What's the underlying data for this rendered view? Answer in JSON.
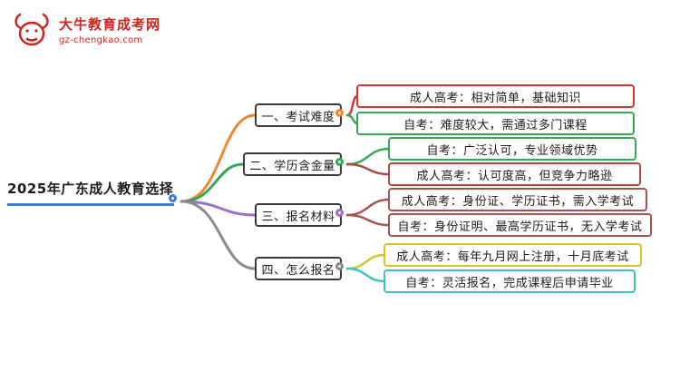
{
  "logo": {
    "title": "大牛教育成考网",
    "subtitle": "gz-chengkao.com",
    "color": "#cc241c"
  },
  "root": {
    "label": "2025年广东成人教育选择",
    "color": "#3a7bd5"
  },
  "branches": [
    {
      "label": "一、考试难度",
      "color": "#ef8632",
      "children": [
        {
          "label": "成人高考：相对简单，基础知识",
          "color": "#cd3a31"
        },
        {
          "label": "自考：难度较大，需通过多门课程",
          "color": "#35a855"
        }
      ]
    },
    {
      "label": "二、学历含金量",
      "color": "#35a855",
      "children": [
        {
          "label": "自考：广泛认可，专业领域优势",
          "color": "#35a855"
        },
        {
          "label": "成人高考：认可度高，但竞争力略逊",
          "color": "#ab4a42"
        }
      ]
    },
    {
      "label": "三、报名材料",
      "color": "#9d70c0",
      "children": [
        {
          "label": "成人高考：身份证、学历证书，需入学考试",
          "color": "#a4554f"
        },
        {
          "label": "自考：身份证明、最高学历证书，无入学考试",
          "color": "#a4554f"
        }
      ]
    },
    {
      "label": "四、怎么报名",
      "color": "#8a8a8a",
      "children": [
        {
          "label": "成人高考：每年九月网上注册，十月底考试",
          "color": "#d8c22e"
        },
        {
          "label": "自考：灵活报名，完成课程后申请毕业",
          "color": "#3ec0cf"
        }
      ]
    }
  ],
  "colors": {
    "background": "#ffffff",
    "branch_box_border": "#3a3a3a",
    "text": "#1c1c1c"
  }
}
